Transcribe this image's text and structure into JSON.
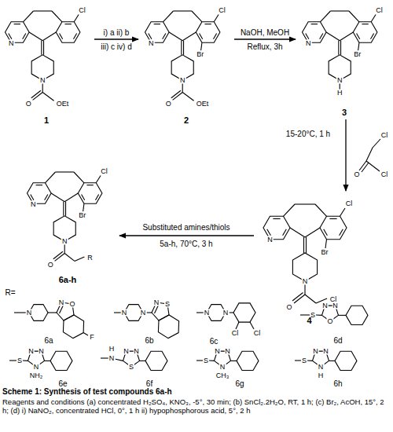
{
  "diagram": {
    "caption": "Scheme 1: Synthesis of test compounds 6a-h",
    "nodes": [
      {
        "text": [
          "1"
        ]
      },
      {
        "text": [
          "2"
        ]
      },
      {
        "text": [
          "3"
        ]
      },
      {
        "text": [
          "4"
        ]
      },
      {
        "text": [
          "6a-h"
        ]
      }
    ],
    "edges": [
      {
        "from": 0,
        "to": 1,
        "arrow": "to",
        "label": "i) a ii) b"
      },
      {
        "from": 1,
        "to": 2,
        "arrow": "to",
        "label": "NaOH, MeOH"
      },
      {
        "from": 2,
        "to": 3,
        "arrow": "to",
        "label": "15-20°C, 1 h"
      },
      {
        "from": 3,
        "to": 4,
        "arrow": "to",
        "label": "Substituted amines/thiols"
      }
    ],
    "labels": [
      "N",
      "Cl",
      "N",
      "O",
      "OEt",
      "iii) c iv) d",
      "N",
      "Cl",
      "Br",
      "N",
      "O",
      "OEt",
      "Reflux, 3h",
      "N",
      "Cl",
      "Br",
      "N",
      "H",
      "Cl",
      "O",
      "Cl",
      "N",
      "Cl",
      "Br",
      "N",
      "O",
      "Cl",
      "5a-h, 70°C, 3 h",
      "N",
      "Cl",
      "Br",
      "N",
      "O",
      "R",
      "R=",
      "N",
      "N",
      "O",
      "F",
      "6a",
      "N",
      "N",
      "N",
      "S",
      "6b",
      "N",
      "N",
      "Cl",
      "Cl",
      "6c",
      "S",
      "N",
      "N",
      "O",
      "6d",
      "S",
      "N",
      "N",
      "N",
      "NH₂",
      "6e",
      "N",
      "H",
      "N",
      "N",
      "S",
      "6f",
      "S",
      "N",
      "N",
      "N",
      "CH₃",
      "6g",
      "S",
      "N",
      "N",
      "N",
      "H",
      "6h",
      "Reagents and conditions (a) concentrated H₂SO₄, KNO₃, -5°, 30 min; (b) SnCl₂.2H₂O, RT, 1 h; (c) Br₂, AcOH, 15°, 2 h; (d) i) NaNO₂, concentrated HCl, 0°, 1 h ii) hypophosphorous acid, 5°, 2 h"
    ]
  }
}
